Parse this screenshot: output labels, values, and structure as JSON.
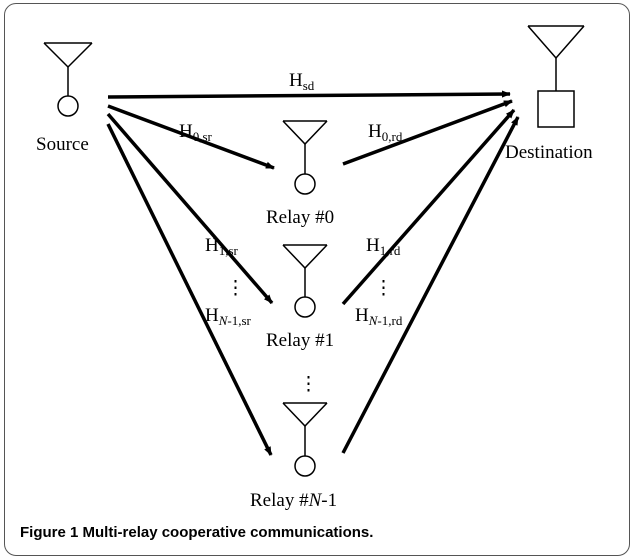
{
  "nodes": {
    "source": "Source",
    "destination": "Destination",
    "relay0": "Relay #0",
    "relay1": "Relay #1",
    "relayN_prefix": "Relay #",
    "relayN_var": "N",
    "relayN_suffix": "-1"
  },
  "channels": {
    "sd": {
      "main": "H",
      "sub": "sd"
    },
    "sr0": {
      "main": "H",
      "sub": "0,sr"
    },
    "rd0": {
      "main": "H",
      "sub": "0,rd"
    },
    "sr1": {
      "main": "H",
      "sub": "1,sr"
    },
    "rd1": {
      "main": "H",
      "sub": "1,rd"
    },
    "srN": {
      "main": "H",
      "sub_var": "N",
      "sub_rest": "-1,sr"
    },
    "rdN": {
      "main": "H",
      "sub_var": "N",
      "sub_rest": "-1,rd"
    }
  },
  "ellipsis": "⋮",
  "caption": {
    "label": "Figure 1",
    "text": " Multi-relay cooperative communications."
  }
}
